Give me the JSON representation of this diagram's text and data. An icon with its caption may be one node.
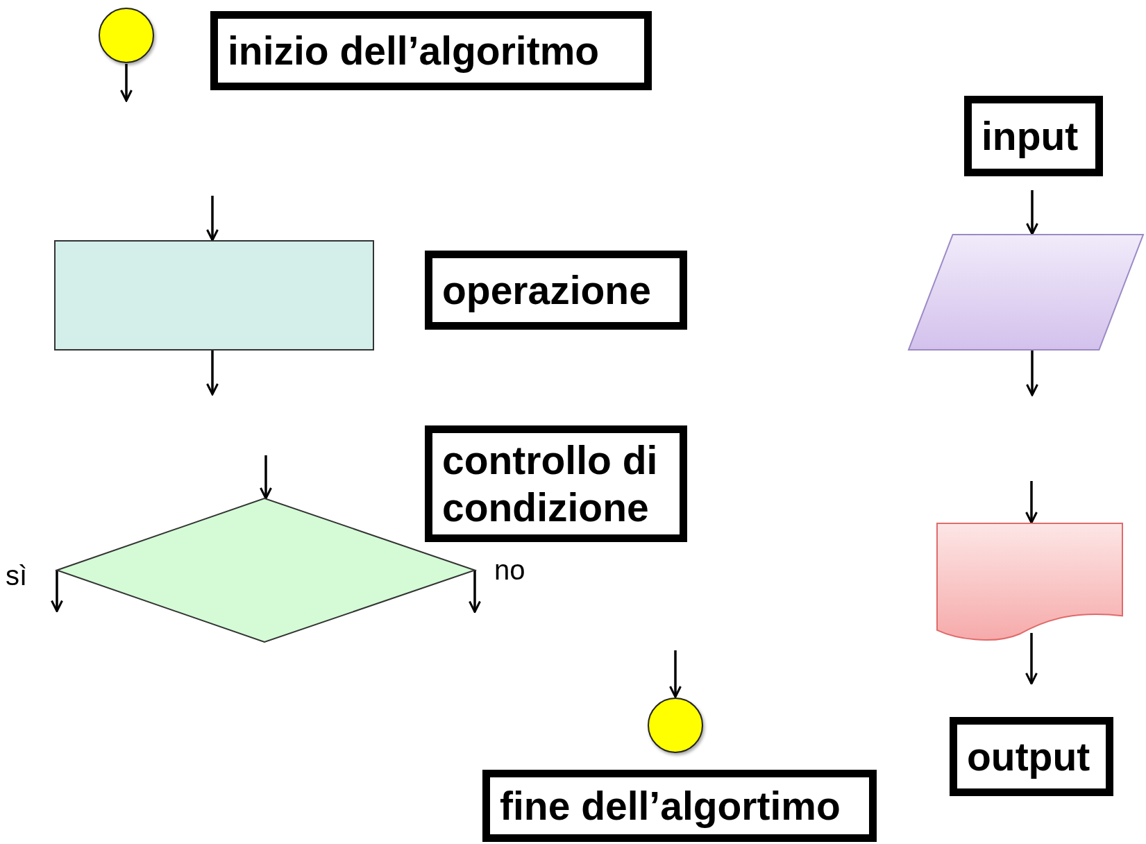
{
  "diagram": {
    "nodes": [
      {
        "text": [],
        "shape": "circle"
      },
      {
        "text": [
          "inizio dell’algoritmo"
        ]
      },
      {
        "text": [],
        "shape": "box"
      },
      {
        "text": [
          "operazione"
        ]
      },
      {
        "text": [],
        "shape": "diamond"
      },
      {
        "text": [
          "controllo di condizione"
        ]
      },
      {
        "text": [],
        "shape": "circle"
      },
      {
        "text": [
          "fine dell’algortimo"
        ]
      },
      {
        "text": [
          "input"
        ]
      },
      {
        "text": [],
        "shape": "parallelogram"
      },
      {
        "text": [],
        "shape": "document"
      },
      {
        "text": [
          "output"
        ]
      }
    ],
    "edges": [
      {
        "from": 0,
        "to": null,
        "arrow": "to"
      },
      {
        "from": null,
        "to": 2,
        "arrow": "to"
      },
      {
        "from": 2,
        "to": null,
        "arrow": "to"
      },
      {
        "from": null,
        "to": 4,
        "arrow": "to"
      },
      {
        "from": 4,
        "to": null,
        "arrow": "to",
        "label": "sì"
      },
      {
        "from": 4,
        "to": null,
        "arrow": "to",
        "label": "no"
      },
      {
        "from": null,
        "to": 6,
        "arrow": "to"
      },
      {
        "from": null,
        "to": 9,
        "arrow": "to"
      },
      {
        "from": 9,
        "to": null,
        "arrow": "to"
      },
      {
        "from": null,
        "to": 10,
        "arrow": "to"
      },
      {
        "from": 10,
        "to": null,
        "arrow": "to"
      }
    ]
  }
}
